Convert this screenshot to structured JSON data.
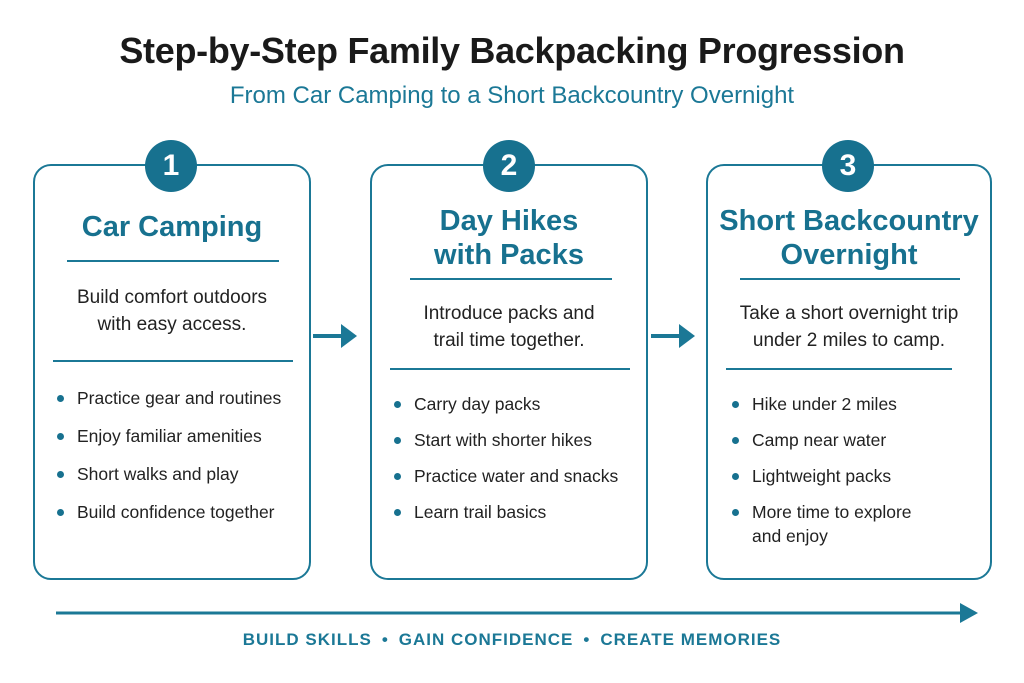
{
  "header": {
    "title": "Step-by-Step Family Backpacking Progression",
    "subtitle": "From Car Camping to a Short Backcountry Overnight"
  },
  "steps": [
    {
      "number": "1",
      "title_lines": [
        "Car Camping"
      ],
      "description_lines": [
        "Build comfort outdoors",
        "with easy access."
      ],
      "bullets": [
        "Practice gear and routines",
        "Enjoy familiar amenities",
        "Short walks and play",
        "Build confidence together"
      ]
    },
    {
      "number": "2",
      "title_lines": [
        "Day Hikes",
        "with Packs"
      ],
      "description_lines": [
        "Introduce packs and",
        "trail time together."
      ],
      "bullets": [
        "Carry day packs",
        "Start with shorter hikes",
        "Practice water and snacks",
        "Learn trail basics"
      ]
    },
    {
      "number": "3",
      "title_lines": [
        "Short Backcountry",
        "Overnight"
      ],
      "description_lines": [
        "Take a short overnight trip",
        "under 2 miles to camp."
      ],
      "bullets": [
        "Hike under 2 miles",
        "Camp near water",
        "Lightweight packs",
        "More time to explore and enjoy"
      ]
    }
  ],
  "footer": {
    "items": [
      "BUILD SKILLS",
      "GAIN CONFIDENCE",
      "CREATE MEMORIES"
    ],
    "separator": "•"
  },
  "colors": {
    "accent": "#1b7896",
    "badge": "#17718f",
    "title": "#1a1a1a"
  }
}
